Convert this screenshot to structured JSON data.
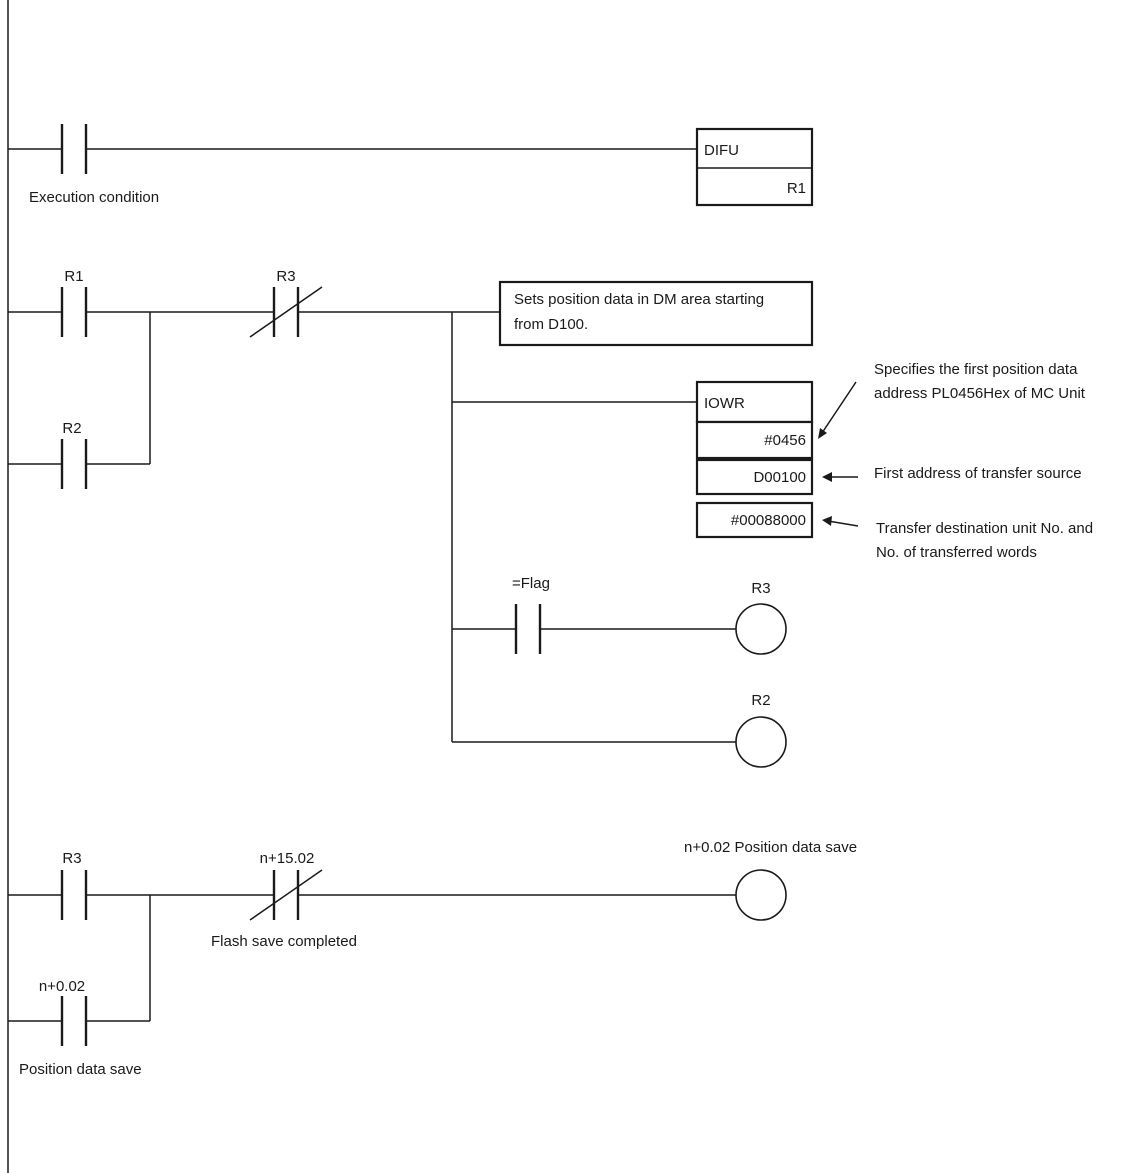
{
  "rung1": {
    "contact_note": "Execution condition",
    "instruction": "DIFU",
    "operand": "R1"
  },
  "rung2": {
    "contact_r1": "R1",
    "contact_r2": "R2",
    "contact_r3": "R3",
    "comment_line1": "Sets position data in DM area starting",
    "comment_line2": "from D100.",
    "iowr": {
      "instruction": "IOWR",
      "op1": "#0456",
      "op2": "D00100",
      "op3": "#00088000"
    },
    "note_op1_line1": "Specifies the first position data",
    "note_op1_line2": "address PL0456Hex of MC Unit",
    "note_op2": "First address of transfer source",
    "note_op3_line1": "Transfer destination unit No. and",
    "note_op3_line2": "No. of transferred words",
    "flag_contact": "=Flag",
    "coil_r3": "R3",
    "coil_r2": "R2"
  },
  "rung3": {
    "contact_r3": "R3",
    "contact_n015": "n+15.02",
    "contact_n015_note": "Flash save completed",
    "contact_n002": "n+0.02",
    "contact_n002_note": "Position data save",
    "coil_label": "n+0.02 Position data save"
  }
}
